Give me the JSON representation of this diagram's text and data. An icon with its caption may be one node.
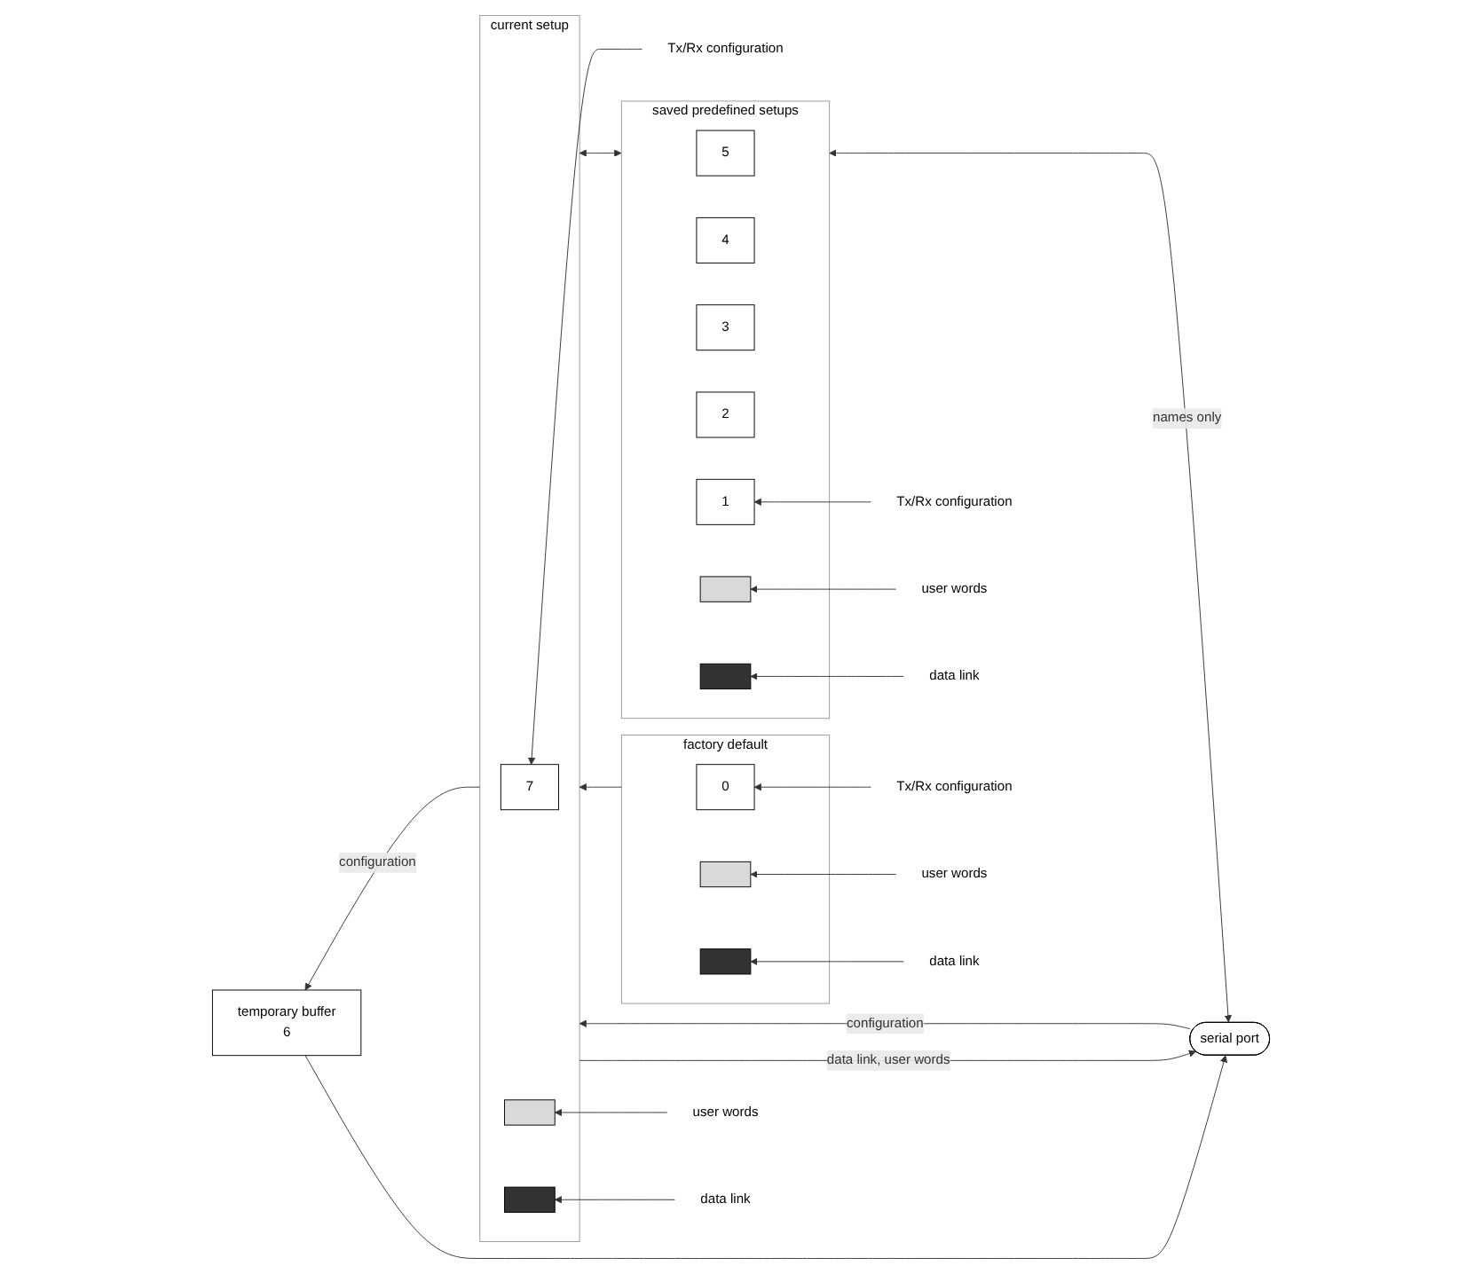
{
  "diagram": {
    "nodes": [
      {
        "text": [
          "serial port"
        ]
      },
      {
        "text": [
          "saved predefined setups"
        ]
      },
      {
        "text": [
          "5"
        ],
        "in": 1
      },
      {
        "text": [
          "4"
        ],
        "in": 1
      },
      {
        "text": [
          "3"
        ],
        "in": 1
      },
      {
        "text": [
          "2"
        ],
        "in": 1
      },
      {
        "text": [
          "1"
        ],
        "in": 1
      },
      {
        "text": [],
        "shape": "box",
        "in": 1
      },
      {
        "text": [],
        "shape": "box",
        "in": 1
      },
      {
        "text": [
          "data link"
        ]
      },
      {
        "text": [
          "user words"
        ]
      },
      {
        "text": [
          "Tx/Rx configuration"
        ]
      },
      {
        "text": [
          "temporary buffer",
          "6"
        ]
      },
      {
        "text": [
          "factory default"
        ]
      },
      {
        "text": [
          "0"
        ],
        "in": 13
      },
      {
        "text": [],
        "shape": "box",
        "in": 13
      },
      {
        "text": [],
        "shape": "box",
        "in": 13
      },
      {
        "text": [
          "data link"
        ]
      },
      {
        "text": [
          "user words"
        ]
      },
      {
        "text": [
          "Tx/Rx configuration"
        ]
      },
      {
        "text": [
          "current setup"
        ]
      },
      {
        "text": [
          "7"
        ],
        "in": 20
      },
      {
        "text": [],
        "shape": "box",
        "in": 20
      },
      {
        "text": [],
        "shape": "box",
        "in": 20
      },
      {
        "text": [
          "data link"
        ]
      },
      {
        "text": [
          "user words"
        ]
      },
      {
        "text": [
          "Tx/Rx configuration"
        ]
      }
    ],
    "edges": [
      {
        "from": 0,
        "to": 1,
        "arrow": "both",
        "label": "names only"
      },
      {
        "from": 9,
        "to": 8,
        "arrow": "to"
      },
      {
        "from": 10,
        "to": 7,
        "arrow": "to"
      },
      {
        "from": 11,
        "to": 6,
        "arrow": "to"
      },
      {
        "from": 12,
        "to": 0,
        "arrow": "to"
      },
      {
        "from": 17,
        "to": 16,
        "arrow": "to"
      },
      {
        "from": 18,
        "to": 15,
        "arrow": "to"
      },
      {
        "from": 19,
        "to": 14,
        "arrow": "to"
      },
      {
        "from": 1,
        "to": 20,
        "arrow": "both"
      },
      {
        "from": 13,
        "to": 20,
        "arrow": "to"
      },
      {
        "from": 20,
        "to": 12,
        "arrow": "to",
        "label": "configuration"
      },
      {
        "from": 20,
        "to": 0,
        "arrow": "to",
        "label": "data link, user words"
      },
      {
        "from": 0,
        "to": 20,
        "arrow": "to",
        "label": "configuration"
      },
      {
        "from": 24,
        "to": 23,
        "arrow": "to"
      },
      {
        "from": 25,
        "to": 22,
        "arrow": "to"
      },
      {
        "from": 26,
        "to": 21,
        "arrow": "to"
      }
    ]
  }
}
